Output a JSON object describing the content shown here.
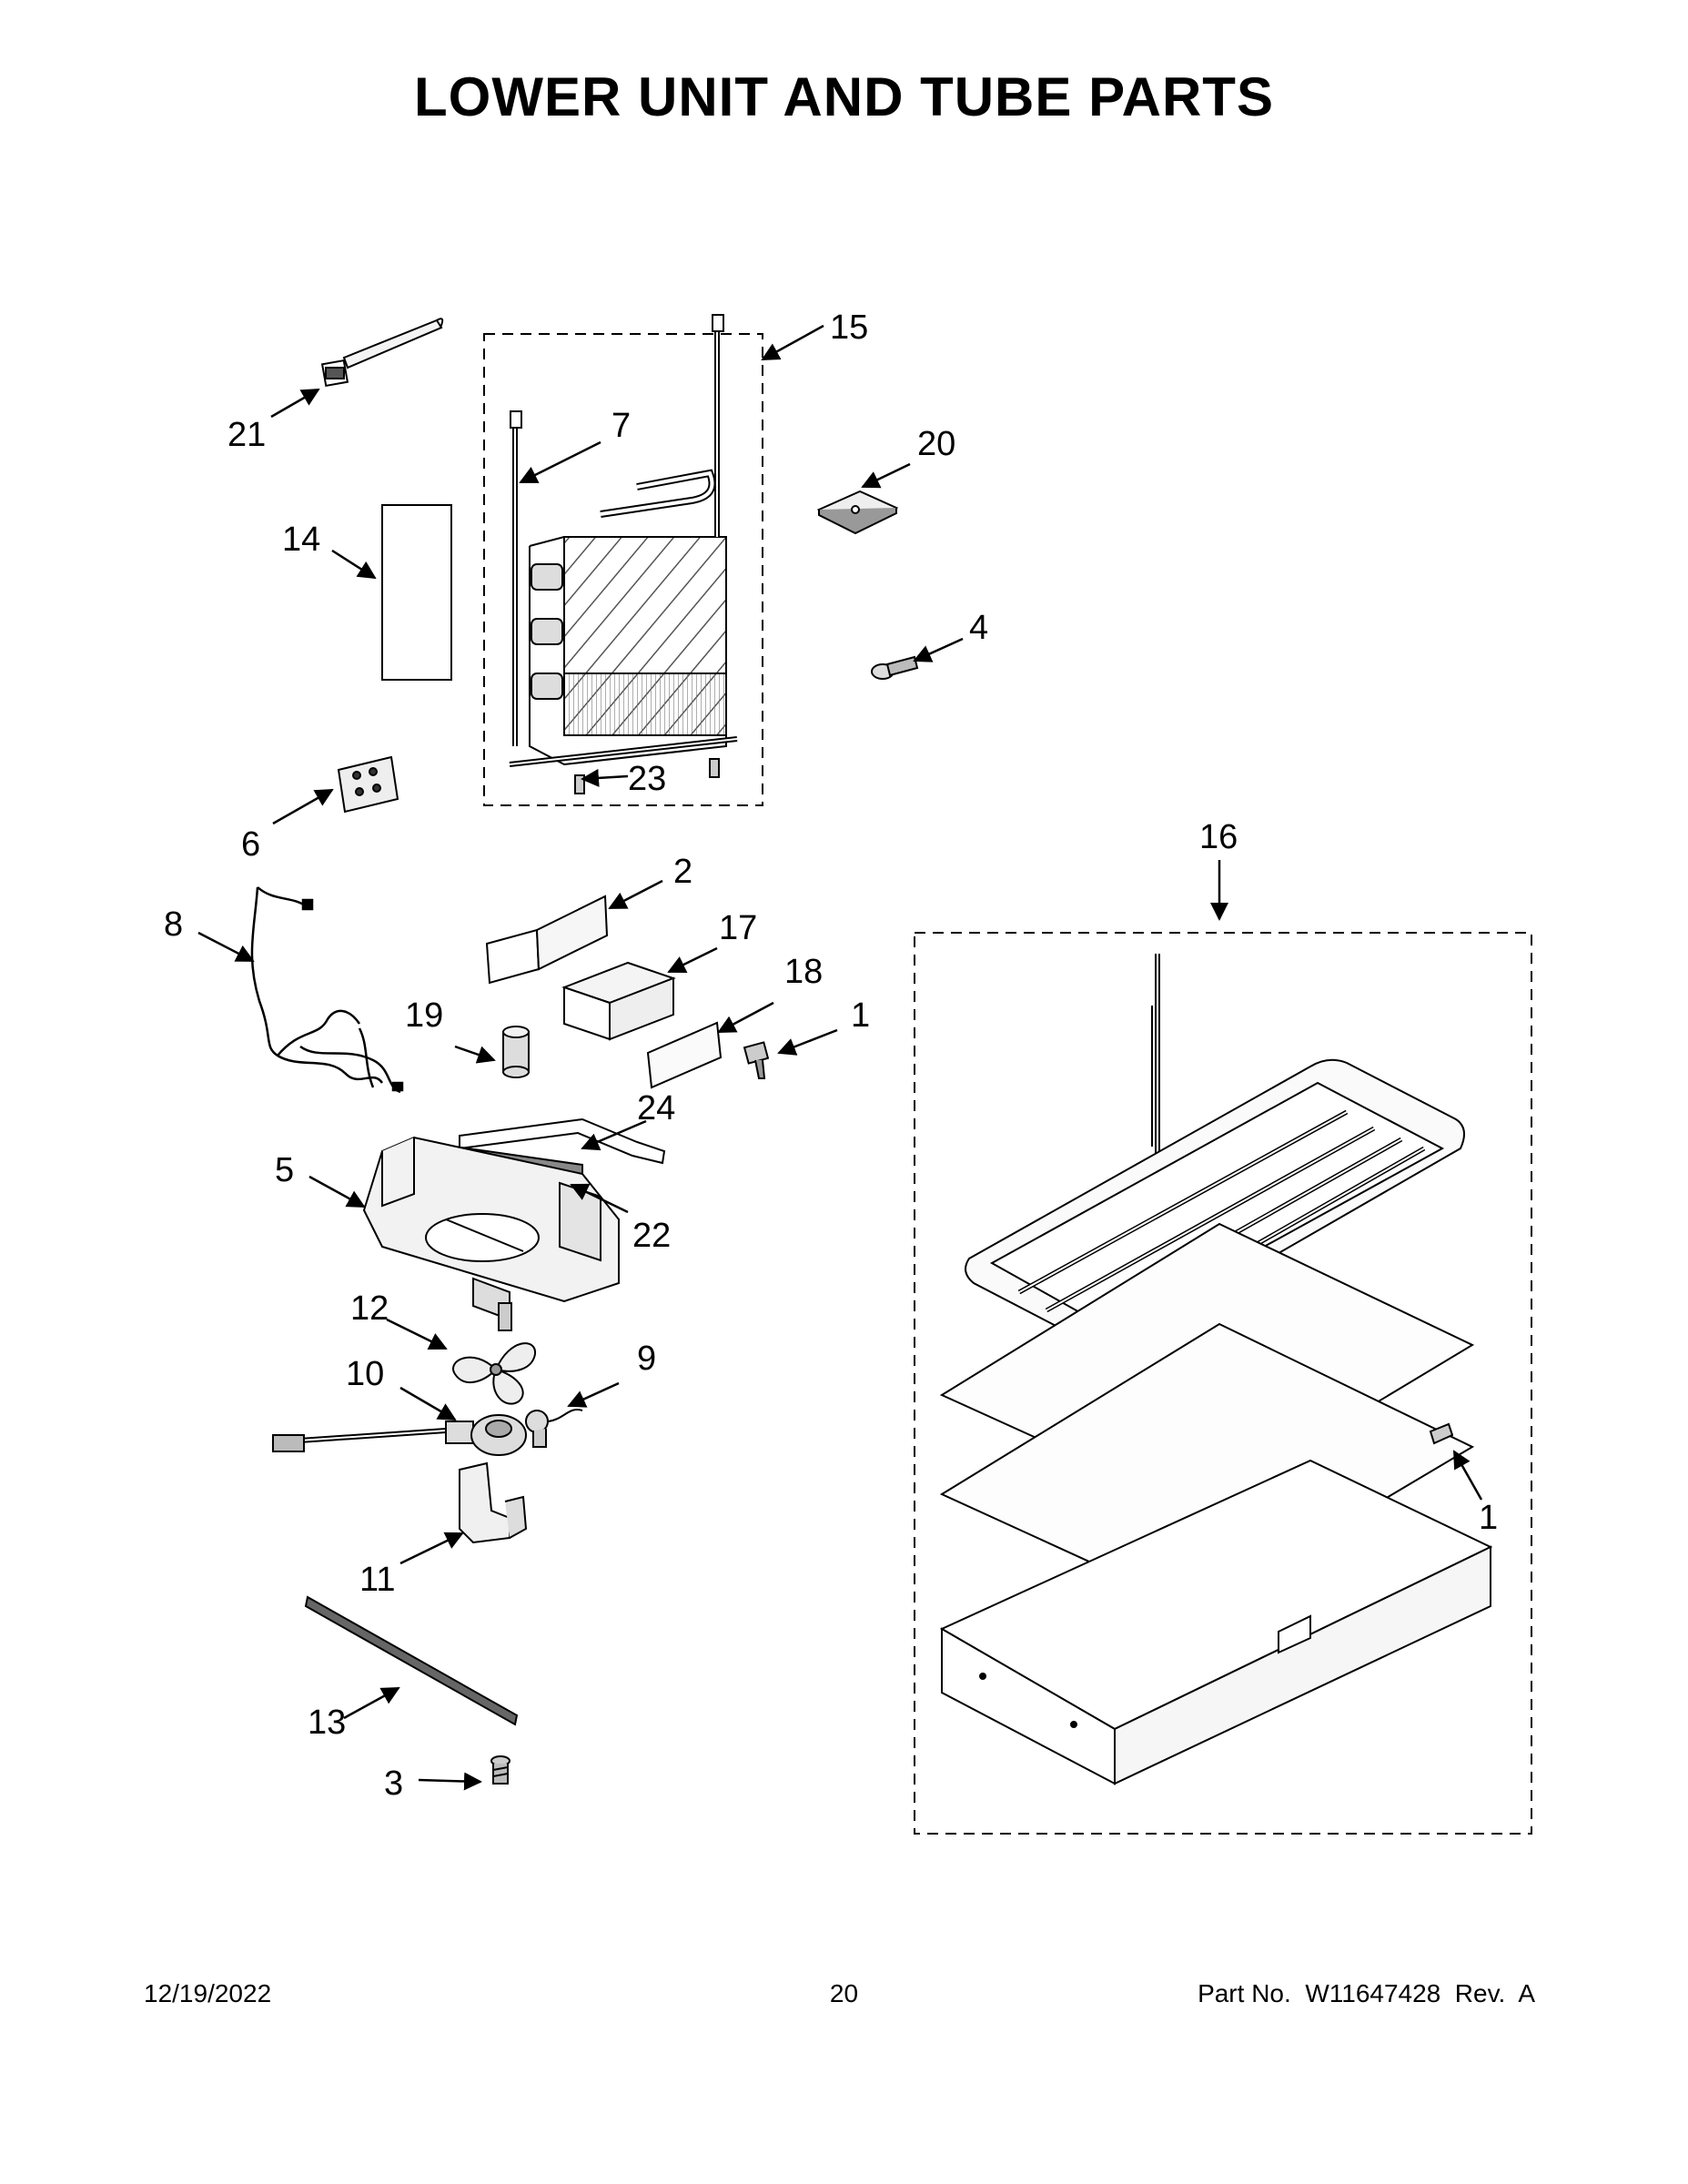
{
  "title": "LOWER UNIT AND TUBE PARTS",
  "callouts": {
    "c1a": "1",
    "c1b": "1",
    "c2": "2",
    "c3": "3",
    "c4": "4",
    "c5": "5",
    "c6": "6",
    "c7": "7",
    "c8": "8",
    "c9": "9",
    "c10": "10",
    "c11": "11",
    "c12": "12",
    "c13": "13",
    "c14": "14",
    "c15": "15",
    "c16": "16",
    "c17": "17",
    "c18": "18",
    "c19": "19",
    "c20": "20",
    "c21": "21",
    "c22": "22",
    "c23": "23",
    "c24": "24"
  },
  "footer": {
    "date": "12/19/2022",
    "page": "20",
    "part": "Part No.  W11647428  Rev.  A"
  }
}
